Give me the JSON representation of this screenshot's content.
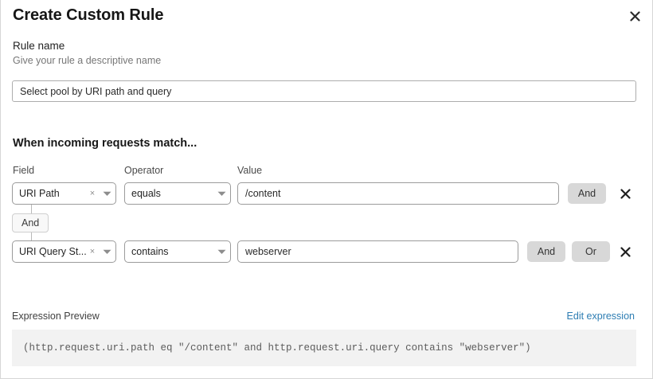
{
  "dialog": {
    "title": "Create Custom Rule",
    "close_icon": "close-icon"
  },
  "rule_name": {
    "label": "Rule name",
    "hint": "Give your rule a descriptive name",
    "value": "Select pool by URI path and query",
    "placeholder": "Rule name"
  },
  "conditions": {
    "heading": "When incoming requests match...",
    "columns": {
      "field": "Field",
      "operator": "Operator",
      "value": "Value"
    },
    "connector": {
      "label": "And"
    },
    "rows": [
      {
        "field": "URI Path",
        "field_clear_icon": "×",
        "operator": "equals",
        "value": "/content",
        "buttons": [
          "And"
        ],
        "remove_icon": "✕"
      },
      {
        "field": "URI Query St...",
        "field_clear_icon": "×",
        "operator": "contains",
        "value": "webserver",
        "buttons": [
          "And",
          "Or"
        ],
        "remove_icon": "✕"
      }
    ]
  },
  "expression": {
    "label": "Expression Preview",
    "edit_link": "Edit expression",
    "text": "(http.request.uri.path eq \"/content\" and http.request.uri.query contains \"webserver\")"
  },
  "colors": {
    "link": "#2d7db3",
    "logic_button_bg": "#d8d8d8",
    "expression_bg": "#f2f2f2",
    "border": "#9b9b9b"
  }
}
